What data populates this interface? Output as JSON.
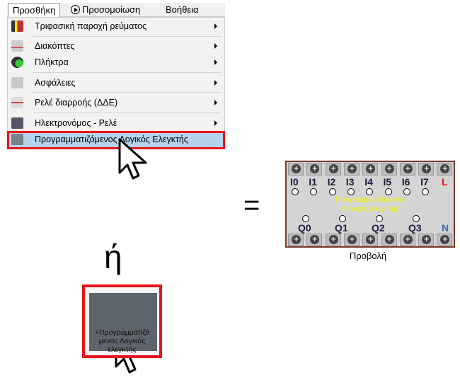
{
  "menubar": {
    "tabs": [
      {
        "label": "Προσθήκη",
        "active": true
      },
      {
        "label": "Προσομοίωση",
        "icon": "play-circle-icon"
      },
      {
        "label": "Βοήθεια"
      }
    ]
  },
  "dropdown": {
    "items": [
      {
        "label": "Τριφασική παροχή ρεύματος",
        "icon": "three-phase-icon",
        "submenu": true
      },
      {
        "label": "Διακόπτες",
        "icon": "switch-icon",
        "submenu": true
      },
      {
        "label": "Πλήκτρα",
        "icon": "pushbutton-icon",
        "submenu": true
      },
      {
        "label": "Ασφάλειες",
        "icon": "fuse-icon",
        "submenu": true
      },
      {
        "label": "Ρελέ διαρροής (ΔΔΕ)",
        "icon": "rcd-icon",
        "submenu": true
      },
      {
        "label": "Ηλεκτρονόμος - Ρελέ",
        "icon": "contactor-icon",
        "submenu": true
      },
      {
        "label": "Προγραμματιζόμενος Λογικός Ελεγκτής",
        "icon": "plc-icon",
        "highlighted": true
      }
    ]
  },
  "equals": "=",
  "or": "ή",
  "plc": {
    "inputs": [
      "I0",
      "I1",
      "I2",
      "I3",
      "I4",
      "I5",
      "I6",
      "I7"
    ],
    "L": "L",
    "outputs": [
      "Q0",
      "Q1",
      "Q2",
      "Q3"
    ],
    "N": "N",
    "title_line1": "Προγραμματιζόμενος",
    "title_line2": "Λογικός Ελεγκτής",
    "caption": "Προβολή"
  },
  "tile": {
    "label": "+Προγραμματιζό μενος Λογικός ελεγκτής"
  },
  "colors": {
    "highlight": "#e8141b",
    "plc_text": "#f2f01a",
    "L": "#e8141b",
    "N": "#3a6ab0"
  }
}
